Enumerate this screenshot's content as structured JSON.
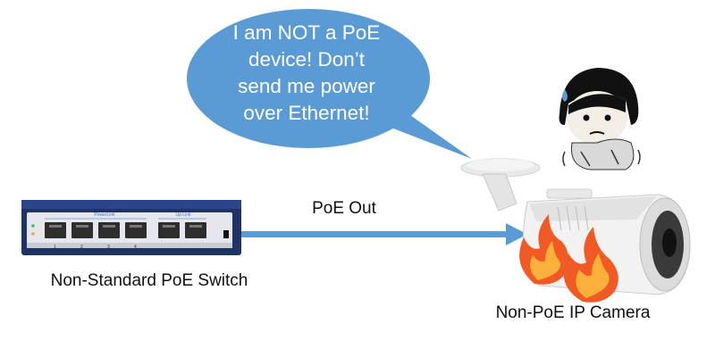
{
  "speech_bubble": {
    "text": "I am NOT a PoE\ndevice! Don’t\nsend me power\nover Ethernet!"
  },
  "arrow": {
    "label": "PoE Out"
  },
  "switch": {
    "label": "Non-Standard PoE Switch",
    "brand_text": "PowerLink",
    "uplink_text": "Up Link",
    "port_numbers": [
      "1",
      "2",
      "3",
      "4"
    ]
  },
  "camera": {
    "label": "Non-PoE IP Camera"
  },
  "colors": {
    "bubble": "#5b9bd5",
    "arrow": "#5b9bd5",
    "switch_body": "#243a78",
    "flame_outer": "#f15a24",
    "flame_inner": "#fbb03b"
  },
  "icons": [
    "speech-bubble-icon",
    "poe-switch-icon",
    "bullet-camera-icon",
    "fire-icon",
    "scared-character-icon",
    "sweat-drop-icon"
  ]
}
